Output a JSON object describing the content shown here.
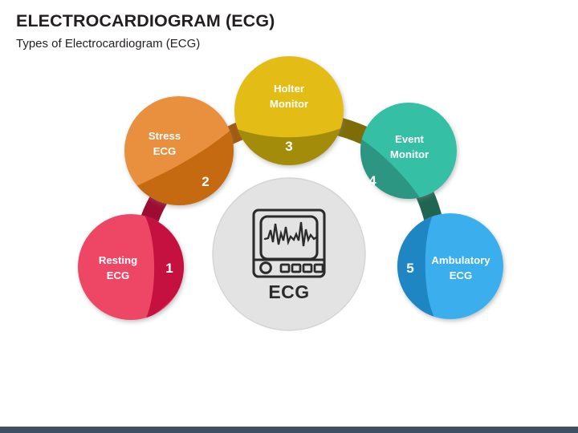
{
  "header": {
    "title": "ELECTROCARDIOGRAM (ECG)",
    "subtitle": "Types of Electrocardiogram (ECG)"
  },
  "center": {
    "label": "ECG",
    "icon": "ecg-monitor-icon",
    "fill": "#e3e3e3",
    "stroke": "#d2d2d2",
    "icon_color": "#2b2b2b"
  },
  "nodes": [
    {
      "number": "1",
      "label_line1": "Resting",
      "label_line2": "ECG",
      "color": "#ee4765",
      "segment_color": "#c5113f"
    },
    {
      "number": "2",
      "label_line1": "Stress",
      "label_line2": "ECG",
      "color": "#e8903c",
      "segment_color": "#c66a12"
    },
    {
      "number": "3",
      "label_line1": "Holter",
      "label_line2": "Monitor",
      "color": "#e3bc16",
      "segment_color": "#a38c09"
    },
    {
      "number": "4",
      "label_line1": "Event",
      "label_line2": "Monitor",
      "color": "#35bfa4",
      "segment_color": "#2d9683"
    },
    {
      "number": "5",
      "label_line1": "Ambulatory",
      "label_line2": "ECG",
      "color": "#3bafee",
      "segment_color": "#1f86c4"
    }
  ],
  "connectors": [
    {
      "from": "1",
      "to": "2",
      "color": "#9e0b33"
    },
    {
      "from": "2",
      "to": "3",
      "color": "#a3590e"
    },
    {
      "from": "3",
      "to": "4",
      "color": "#7e6c06"
    },
    {
      "from": "4",
      "to": "5",
      "color": "#1f6552"
    }
  ],
  "footer": {
    "bar_color": "#414f63"
  }
}
